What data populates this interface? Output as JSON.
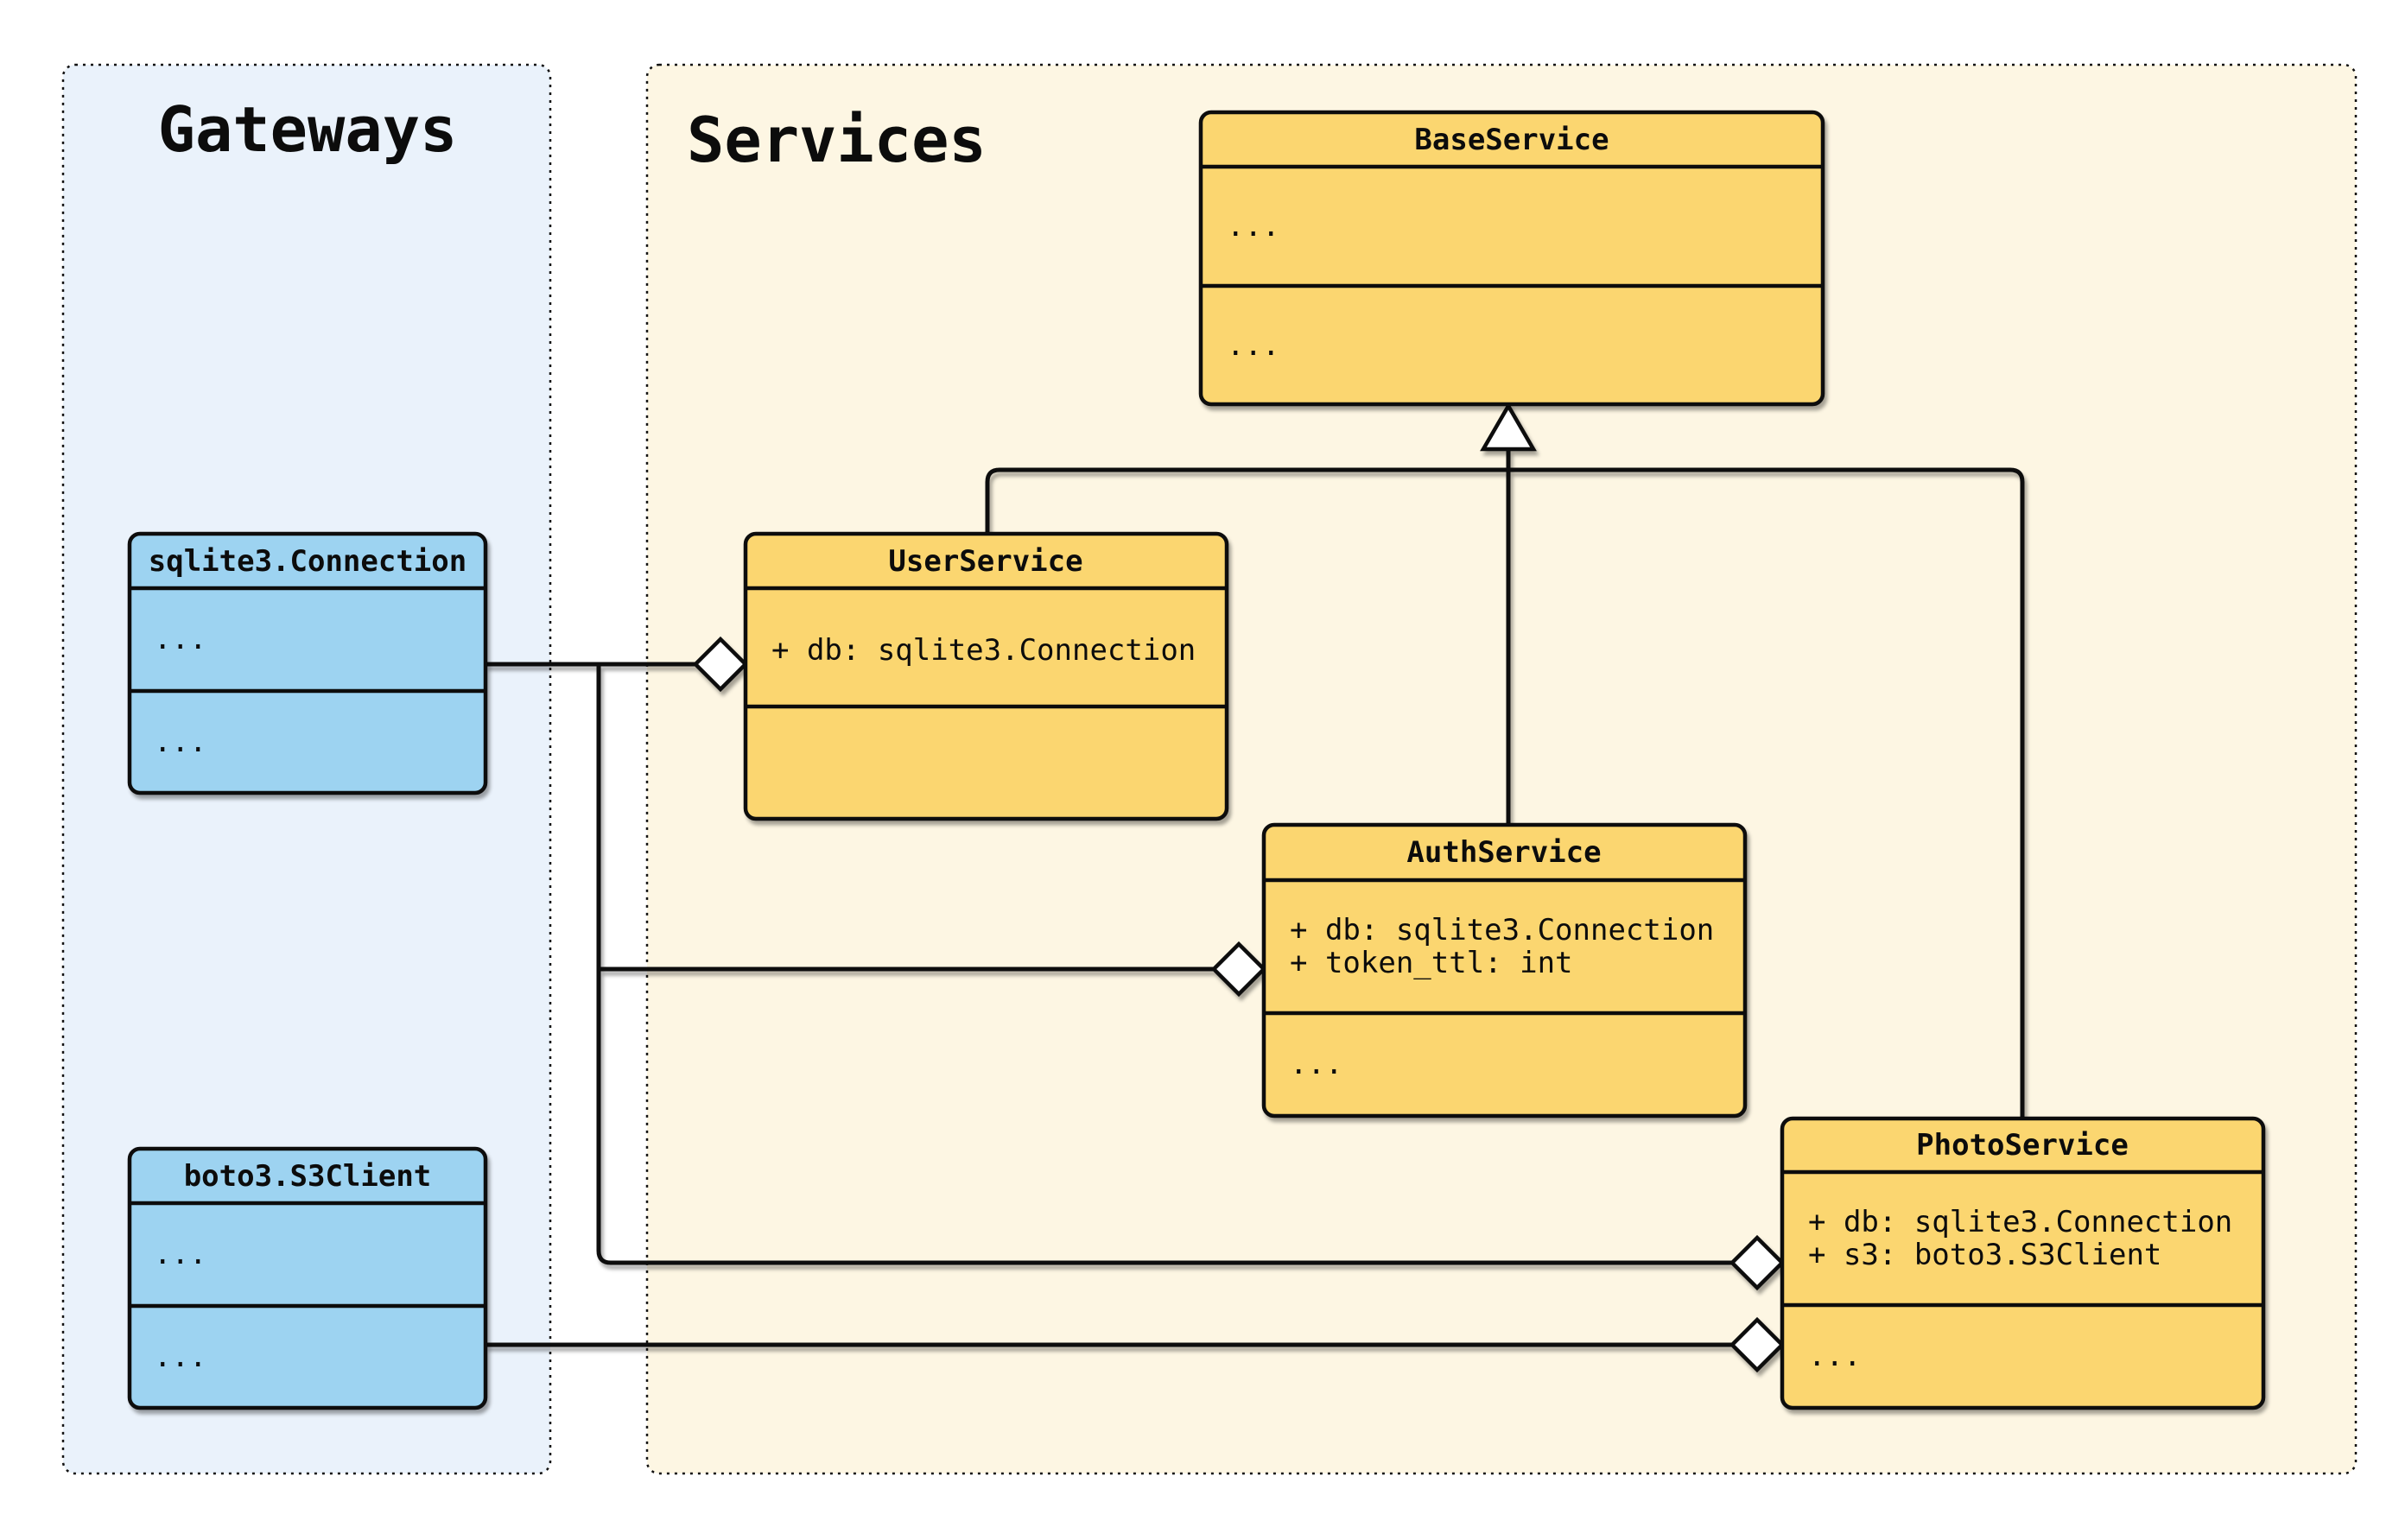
{
  "diagram": {
    "type": "uml-class-diagram",
    "containers": {
      "gateways": {
        "title": "Gateways",
        "bg": "#EAF2FB"
      },
      "services": {
        "title": "Services",
        "bg": "#FDF6E3"
      }
    },
    "classes": {
      "sqlite": {
        "title": "sqlite3.Connection",
        "attributes": [
          "..."
        ],
        "methods": [
          "..."
        ],
        "fill": "#9DD3F1",
        "container": "Gateways"
      },
      "boto": {
        "title": "boto3.S3Client",
        "attributes": [
          "..."
        ],
        "methods": [
          "..."
        ],
        "fill": "#9DD3F1",
        "container": "Gateways"
      },
      "base": {
        "title": "BaseService",
        "attributes": [
          "..."
        ],
        "methods": [
          "..."
        ],
        "fill": "#FBD670",
        "container": "Services"
      },
      "user": {
        "title": "UserService",
        "attributes": [
          "+ db: sqlite3.Connection"
        ],
        "methods": [],
        "fill": "#FBD670",
        "container": "Services"
      },
      "auth": {
        "title": "AuthService",
        "attributes": [
          "+ db: sqlite3.Connection",
          "+ token_ttl: int"
        ],
        "methods": [
          "..."
        ],
        "fill": "#FBD670",
        "container": "Services"
      },
      "photo": {
        "title": "PhotoService",
        "attributes": [
          "+ db: sqlite3.Connection",
          "+ s3: boto3.S3Client"
        ],
        "methods": [
          "..."
        ],
        "fill": "#FBD670",
        "container": "Services"
      }
    },
    "relationships": [
      {
        "kind": "inheritance",
        "from": "UserService",
        "to": "BaseService"
      },
      {
        "kind": "inheritance",
        "from": "AuthService",
        "to": "BaseService"
      },
      {
        "kind": "inheritance",
        "from": "PhotoService",
        "to": "BaseService"
      },
      {
        "kind": "aggregation",
        "from": "sqlite3.Connection",
        "to": "UserService"
      },
      {
        "kind": "aggregation",
        "from": "sqlite3.Connection",
        "to": "AuthService"
      },
      {
        "kind": "aggregation",
        "from": "sqlite3.Connection",
        "to": "PhotoService"
      },
      {
        "kind": "aggregation",
        "from": "boto3.S3Client",
        "to": "PhotoService"
      }
    ],
    "colors": {
      "service_fill": "#FBD670",
      "gateway_fill": "#9DD3F1",
      "gateways_bg": "#EAF2FB",
      "services_bg": "#FDF6E3",
      "stroke": "#0c0c0c",
      "page_bg": "#ffffff"
    }
  }
}
